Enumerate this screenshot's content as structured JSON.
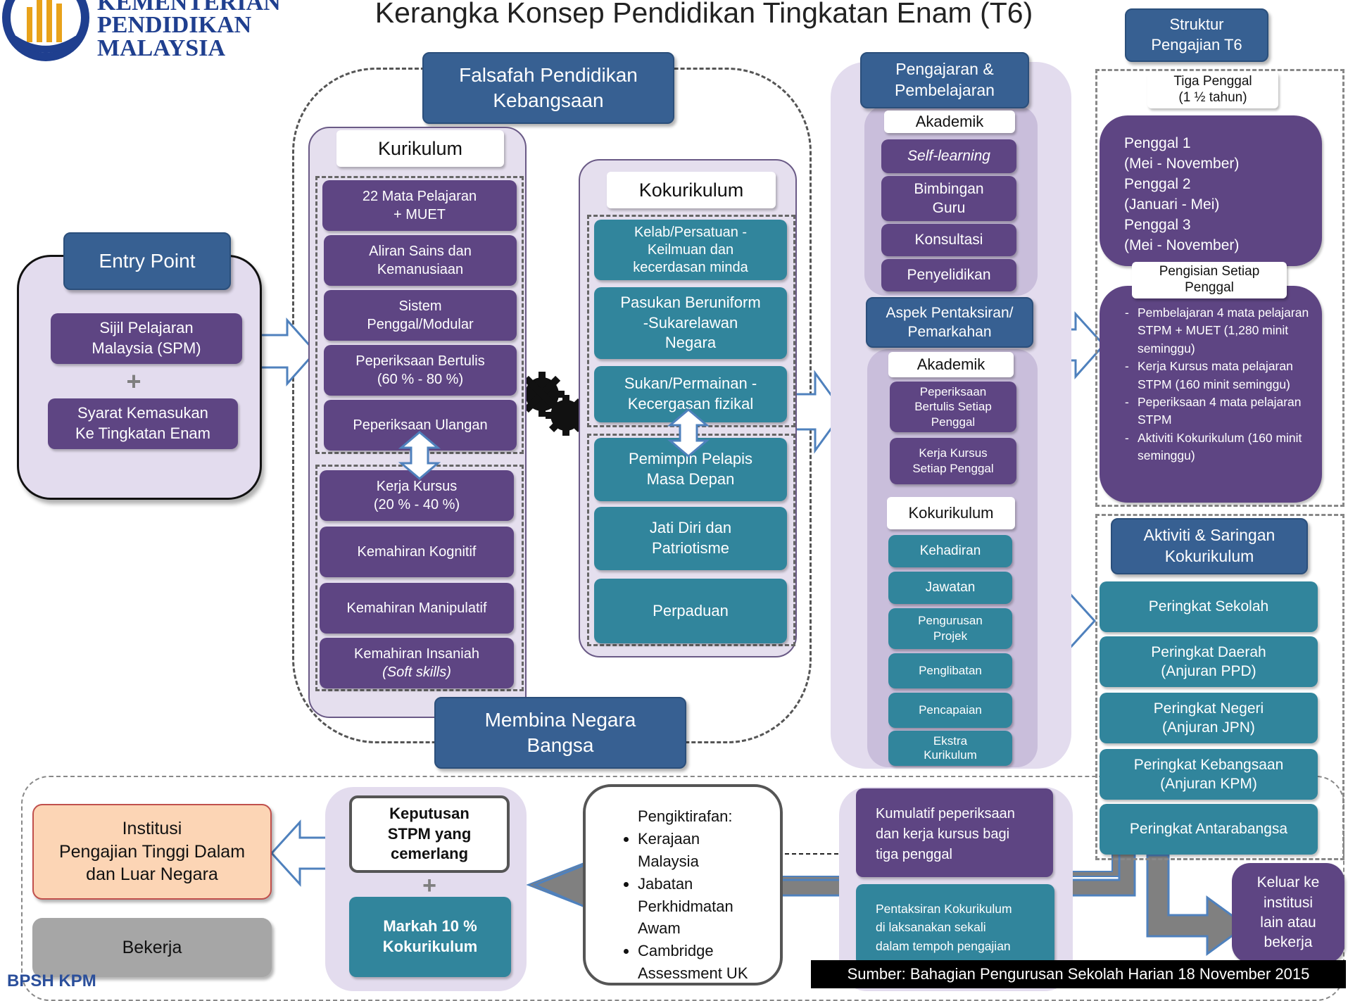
{
  "header": {
    "logo_lines": [
      "KEMENTERIAN",
      "PENDIDIKAN",
      "MALAYSIA"
    ],
    "title": "Kerangka Konsep Pendidikan Tingkatan Enam (T6)"
  },
  "entry": {
    "title": "Entry Point",
    "item1": "Sijil Pelajaran\nMalaysia (SPM)",
    "plus": "+",
    "item2": "Syarat Kemasukan\nKe Tingkatan Enam"
  },
  "falsafah": "Falsafah Pendidikan\nKebangsaan",
  "membina": "Membina Negara\nBangsa",
  "kurikulum": {
    "title": "Kurikulum",
    "upper": [
      "22 Mata Pelajaran\n+ MUET",
      "Aliran Sains dan\nKemanusiaan",
      "Sistem\nPenggal/Modular",
      "Peperiksaan Bertulis\n(60 % - 80 %)",
      "Peperiksaan Ulangan"
    ],
    "lower": [
      "Kerja Kursus\n(20 % - 40 %)",
      "Kemahiran Kognitif",
      "Kemahiran Manipulatif"
    ],
    "insaniah": "Kemahiran Insaniah",
    "soft_skills": "(Soft skills)"
  },
  "kokurikulum": {
    "title": "Kokurikulum",
    "upper": [
      "Kelab/Persatuan -\nKeilmuan dan\nkecerdasan minda",
      "Pasukan Beruniform\n-Sukarelawan\nNegara",
      "Sukan/Permainan -\nKecergasan fizikal"
    ],
    "lower": [
      "Pemimpin Pelapis\nMasa Depan",
      "Jati Diri dan\nPatriotisme",
      "Perpaduan"
    ]
  },
  "pnp": {
    "title": "Pengajaran &\nPembelajaran",
    "akademik": "Akademik",
    "items": [
      "Self-learning",
      "Bimbingan\nGuru",
      "Konsultasi",
      "Penyelidikan"
    ],
    "aspek": "Aspek Pentaksiran/\nPemarkahan",
    "akademik2": "Akademik",
    "items2": [
      "Peperiksaan\nBertulis Setiap\nPenggal",
      "Kerja Kursus\nSetiap Penggal"
    ],
    "koku": "Kokurikulum",
    "items3": [
      "Kehadiran",
      "Jawatan",
      "Pengurusan\nProjek",
      "Penglibatan",
      "Pencapaian",
      "Ekstra\nKurikulum"
    ]
  },
  "struktur": {
    "title": "Struktur\nPengajian T6",
    "tiga": "Tiga Penggal\n(1 ½  tahun)",
    "penggal": "Penggal 1\n(Mei - November)\nPenggal 2\n(Januari - Mei)\nPenggal 3\n(Mei - November)",
    "pengisian": "Pengisian Setiap\nPenggal",
    "bullets": [
      "Pembelajaran 4 mata pelajaran STPM + MUET (1,280 minit seminggu)",
      "Kerja Kursus mata pelajaran STPM (160 minit seminggu)",
      "Peperiksaan 4 mata pelajaran STPM",
      "Aktiviti Kokurikulum (160 minit seminggu)"
    ],
    "aktiviti": "Aktiviti & Saringan\nKokurikulum",
    "levels": [
      "Peringkat Sekolah",
      "Peringkat Daerah\n(Anjuran PPD)",
      "Peringkat Negeri\n(Anjuran JPN)",
      "Peringkat Kebangsaan\n(Anjuran KPM)",
      "Peringkat Antarabangsa"
    ]
  },
  "bottom": {
    "institusi": "Institusi\nPengajian Tinggi Dalam\ndan Luar Negara",
    "bekerja": "Bekerja",
    "keputusan": "Keputusan\nSTPM yang\ncemerlang",
    "plus": "+",
    "markah": "Markah 10 %\nKokurikulum",
    "pengiktirafan": "Pengiktirafan:",
    "recog": [
      "Kerajaan\nMalaysia",
      "Jabatan\nPerkhidmatan\nAwam",
      "Cambridge\nAssessment UK"
    ],
    "kumulatif": "Kumulatif peperiksaan\ndan kerja kursus bagi\ntiga penggal",
    "pentaksiran": "Pentaksiran Kokurikulum\ndi laksanakan sekali\ndalam tempoh pengajian",
    "keluar": "Keluar ke\ninstitusi\nlain atau\nbekerja",
    "sumber": "Sumber: Bahagian Pengurusan Sekolah Harian 18 November 2015",
    "bpsh": "BPSH KPM"
  },
  "colors": {
    "purple": "#5e4583",
    "teal": "#31859c",
    "blue": "#376092",
    "lavender": "#e3dcee",
    "peach": "#fcd5b5",
    "grey": "#a6a6a6"
  }
}
